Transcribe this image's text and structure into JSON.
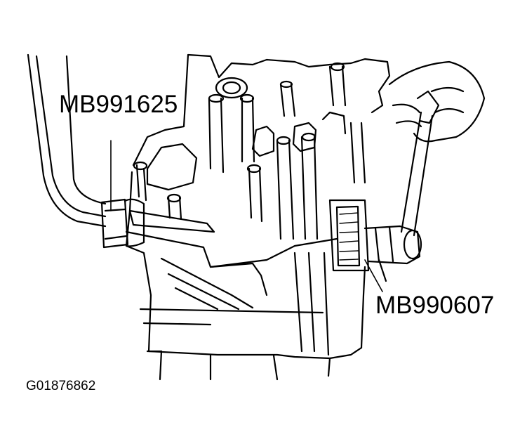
{
  "labels": {
    "tool_a": "MB991625",
    "tool_b": "MB990607",
    "figure_id": "G01876862"
  },
  "colors": {
    "ink": "#000000",
    "paper": "#ffffff"
  }
}
